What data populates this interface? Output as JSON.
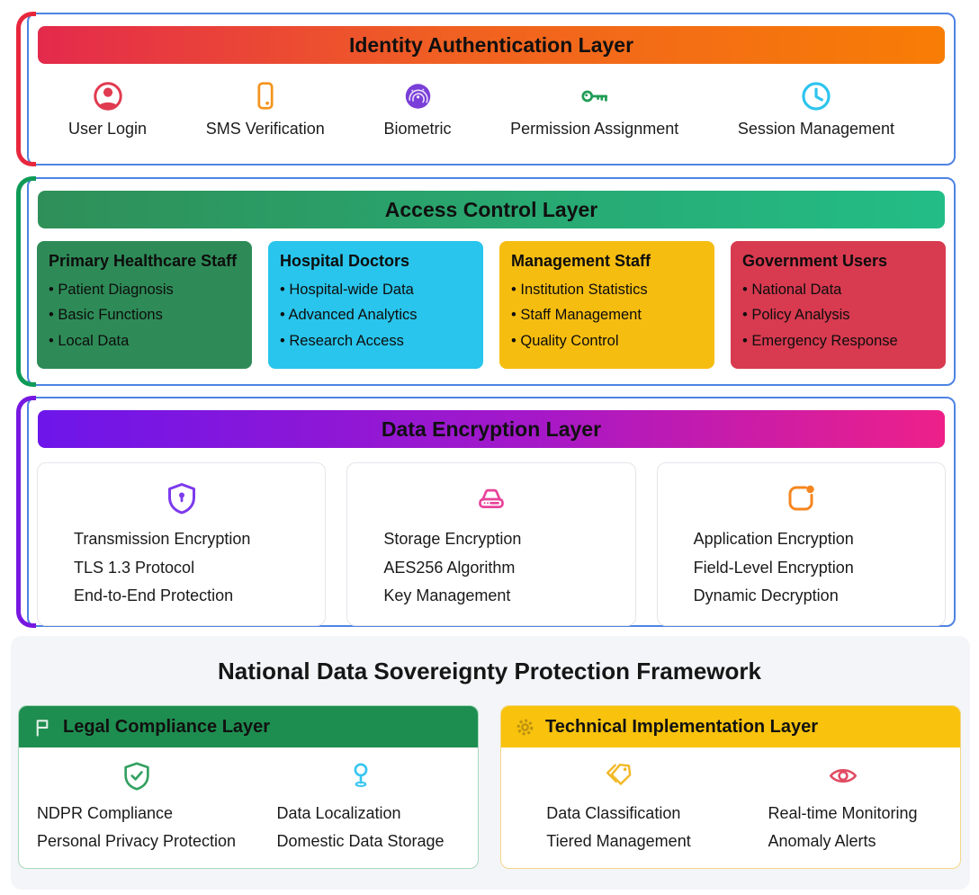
{
  "sections": {
    "identity": {
      "title": "Identity Authentication Layer",
      "header_gradient": [
        "#e42a4c",
        "#f87d05"
      ],
      "bracket_color": "#e8273d",
      "items": [
        {
          "label": "User Login",
          "icon": "user-icon",
          "icon_color": "#e03b50"
        },
        {
          "label": "SMS Verification",
          "icon": "phone-icon",
          "icon_color": "#f5941f"
        },
        {
          "label": "Biometric",
          "icon": "fingerprint-icon",
          "icon_color": "#7a3fd8"
        },
        {
          "label": "Permission Assignment",
          "icon": "key-icon",
          "icon_color": "#1f9d55"
        },
        {
          "label": "Session Management",
          "icon": "clock-icon",
          "icon_color": "#2cc4ee"
        }
      ]
    },
    "access": {
      "title": "Access Control Layer",
      "header_gradient": [
        "#2f8f58",
        "#23bd87"
      ],
      "bracket_color": "#0f9b57",
      "cards": [
        {
          "title": "Primary Healthcare Staff",
          "bg": "#2e8b57",
          "bullets": [
            "Patient Diagnosis",
            "Basic Functions",
            "Local Data"
          ]
        },
        {
          "title": "Hospital Doctors",
          "bg": "#29c5ec",
          "bullets": [
            "Hospital-wide Data",
            "Advanced Analytics",
            "Research Access"
          ]
        },
        {
          "title": "Management Staff",
          "bg": "#f6bd11",
          "bullets": [
            "Institution Statistics",
            "Staff Management",
            "Quality Control"
          ]
        },
        {
          "title": "Government Users",
          "bg": "#d83a50",
          "bullets": [
            "National Data",
            "Policy Analysis",
            "Emergency Response"
          ]
        }
      ]
    },
    "encryption": {
      "title": "Data Encryption Layer",
      "header_gradient": [
        "#6d16ea",
        "#ee2089"
      ],
      "bracket_color": "#7718e0",
      "cards": [
        {
          "icon": "shield-lock-icon",
          "icon_color": "#7c3aed",
          "lines": [
            "Transmission Encryption",
            "TLS 1.3 Protocol",
            "End-to-End Protection"
          ]
        },
        {
          "icon": "storage-drive-icon",
          "icon_color": "#e8439a",
          "lines": [
            "Storage Encryption",
            "AES256 Algorithm",
            "Key Management"
          ]
        },
        {
          "icon": "app-window-icon",
          "icon_color": "#f5861f",
          "lines": [
            "Application Encryption",
            "Field-Level Encryption",
            "Dynamic Decryption"
          ]
        }
      ]
    },
    "framework": {
      "title": "National Data Sovereignty Protection Framework",
      "panels": [
        {
          "header": "Legal Compliance Layer",
          "header_icon": "flag-icon",
          "header_bg": "#1e8e50",
          "features": [
            {
              "icon": "shield-check-icon",
              "icon_color": "#33a061",
              "lines": [
                "NDPR Compliance",
                "Personal Privacy Protection"
              ]
            },
            {
              "icon": "location-pin-icon",
              "icon_color": "#38c6f0",
              "lines": [
                "Data Localization",
                "Domestic Data Storage"
              ]
            }
          ]
        },
        {
          "header": "Technical Implementation Layer",
          "header_icon": "gear-icon",
          "header_bg": "#f8c20d",
          "features": [
            {
              "icon": "tags-icon",
              "icon_color": "#f2b929",
              "lines": [
                "Data Classification",
                "Tiered Management"
              ]
            },
            {
              "icon": "eye-icon",
              "icon_color": "#e14b63",
              "lines": [
                "Real-time Monitoring",
                "Anomaly Alerts"
              ]
            }
          ]
        }
      ]
    }
  },
  "colors": {
    "layer_border_blue": "#4f83e3",
    "framework_bg": "#f4f5f8",
    "text": "#141414"
  }
}
